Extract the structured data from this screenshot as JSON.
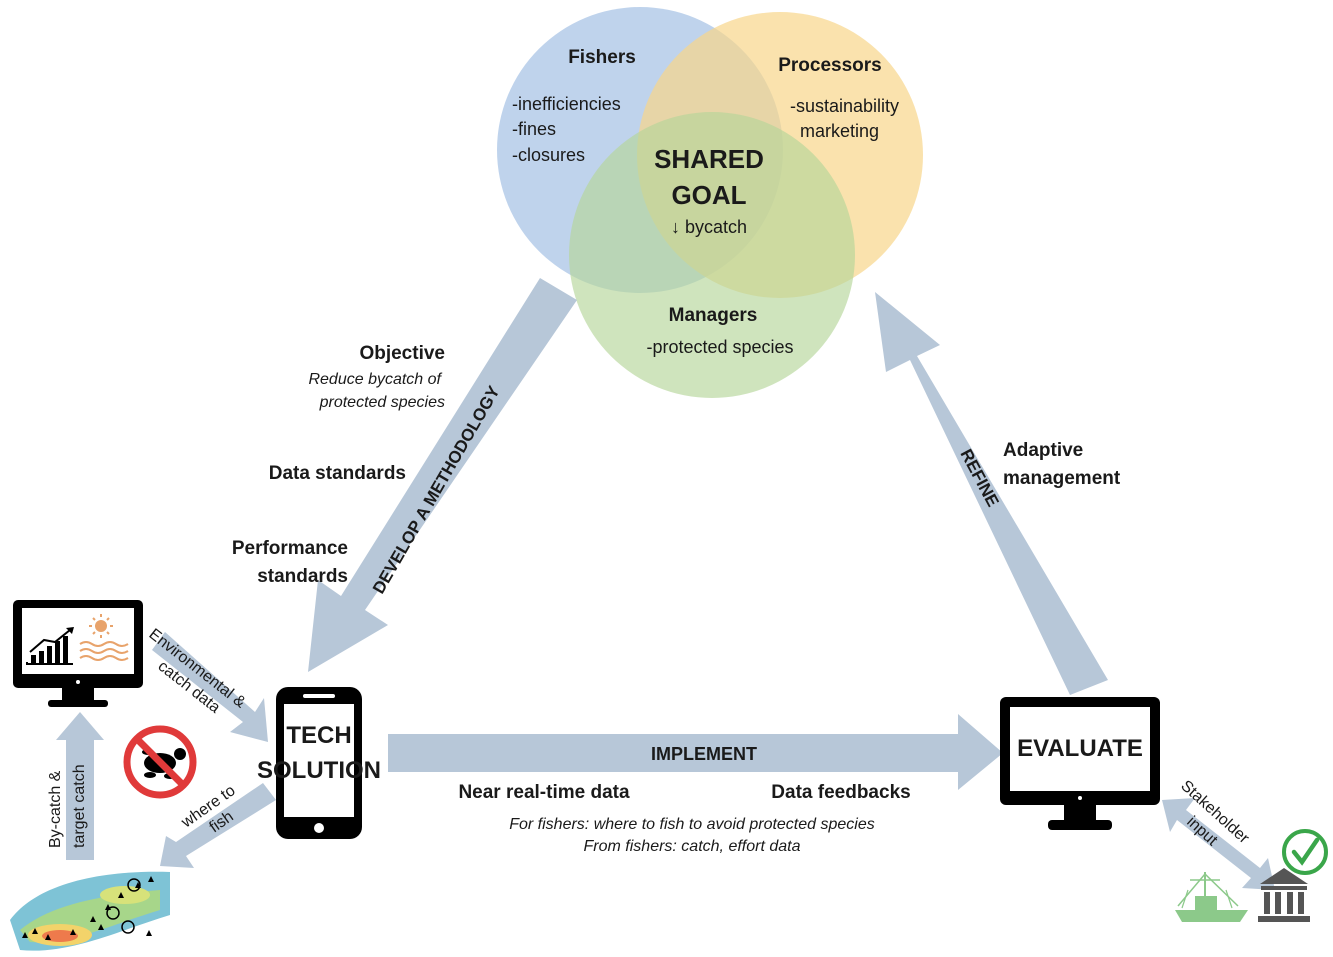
{
  "venn": {
    "fishers": {
      "title": "Fishers",
      "items": [
        "-inefficiencies",
        "-fines",
        "-closures"
      ],
      "color": "#a9c4e6"
    },
    "processors": {
      "title": "Processors",
      "items": [
        "-sustainability",
        "marketing"
      ],
      "color": "#f8d58a"
    },
    "managers": {
      "title": "Managers",
      "items": [
        "-protected species"
      ],
      "color": "#b5d59a"
    },
    "shared_goal": {
      "line1": "SHARED",
      "line2": "GOAL",
      "sub": "↓ bycatch"
    }
  },
  "left_side": {
    "objective_title": "Objective",
    "objective_line1": "Reduce bycatch of",
    "objective_line2": "protected species",
    "data_standards": "Data standards",
    "performance_line1": "Performance",
    "performance_line2": "standards",
    "arrow_label": "DEVELOP A METHODOLOGY"
  },
  "right_side": {
    "adaptive_line1": "Adaptive",
    "adaptive_line2": "management",
    "arrow_label": "REFINE"
  },
  "bottom": {
    "arrow_label": "IMPLEMENT",
    "near_real_time": "Near real-time data",
    "data_feedbacks": "Data feedbacks",
    "for_fishers": "For fishers:  where to fish to avoid protected species",
    "from_fishers": "From fishers: catch, effort data"
  },
  "tech": {
    "line1": "TECH",
    "line2": "SOLUTION"
  },
  "evaluate": {
    "label": "EVALUATE"
  },
  "env_label_line1": "Environmental &",
  "env_label_line2": "catch data",
  "where_line1": "where to",
  "where_line2": "fish",
  "bycatch_line1": "By-catch &",
  "bycatch_line2": "target catch",
  "stakeholder_line1": "Stakeholder",
  "stakeholder_line2": "input",
  "icons": [
    "bar-chart-icon",
    "sun-waves-icon",
    "no-turtle-icon",
    "heat-map-icon",
    "checkmark-icon",
    "fishing-boat-icon",
    "government-building-icon"
  ],
  "colors": {
    "arrow": "#b7c7d8",
    "stroke": "#000000",
    "check": "#3aa64a",
    "prohibit": "#e03a3a",
    "boat": "#8cc98a"
  }
}
